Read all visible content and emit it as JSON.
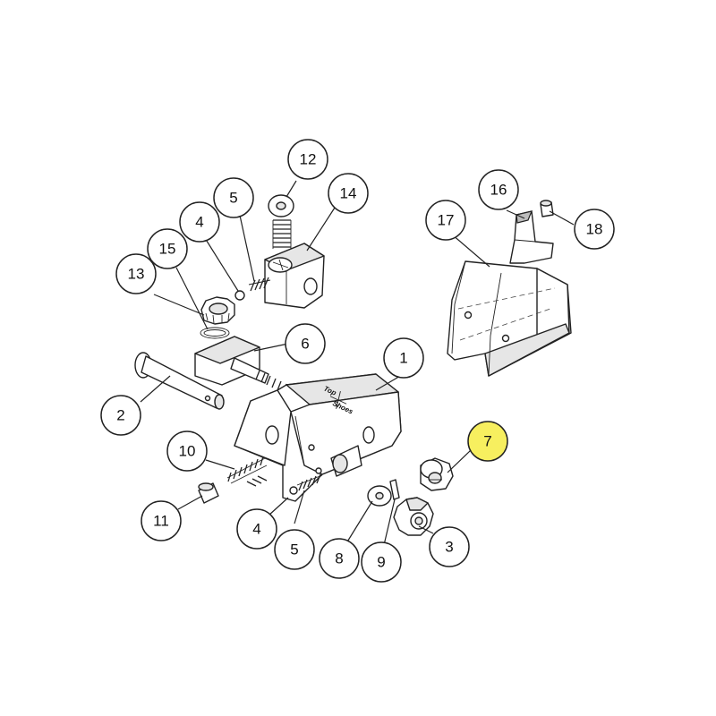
{
  "diagram": {
    "highlight_color": "#f7ef5f",
    "brand_mark": [
      "Top",
      "Shoes"
    ],
    "callouts": [
      {
        "id": "c1",
        "label": "1",
        "highlighted": false
      },
      {
        "id": "c2",
        "label": "2",
        "highlighted": false
      },
      {
        "id": "c3",
        "label": "3",
        "highlighted": false
      },
      {
        "id": "c4a",
        "label": "4",
        "highlighted": false
      },
      {
        "id": "c4b",
        "label": "4",
        "highlighted": false
      },
      {
        "id": "c5a",
        "label": "5",
        "highlighted": false
      },
      {
        "id": "c5b",
        "label": "5",
        "highlighted": false
      },
      {
        "id": "c6",
        "label": "6",
        "highlighted": false
      },
      {
        "id": "c7",
        "label": "7",
        "highlighted": true
      },
      {
        "id": "c8",
        "label": "8",
        "highlighted": false
      },
      {
        "id": "c9",
        "label": "9",
        "highlighted": false
      },
      {
        "id": "c10",
        "label": "10",
        "highlighted": false
      },
      {
        "id": "c11",
        "label": "11",
        "highlighted": false
      },
      {
        "id": "c12",
        "label": "12",
        "highlighted": false
      },
      {
        "id": "c13",
        "label": "13",
        "highlighted": false
      },
      {
        "id": "c14",
        "label": "14",
        "highlighted": false
      },
      {
        "id": "c15",
        "label": "15",
        "highlighted": false
      },
      {
        "id": "c16",
        "label": "16",
        "highlighted": false
      },
      {
        "id": "c17",
        "label": "17",
        "highlighted": false
      },
      {
        "id": "c18",
        "label": "18",
        "highlighted": false
      }
    ]
  }
}
